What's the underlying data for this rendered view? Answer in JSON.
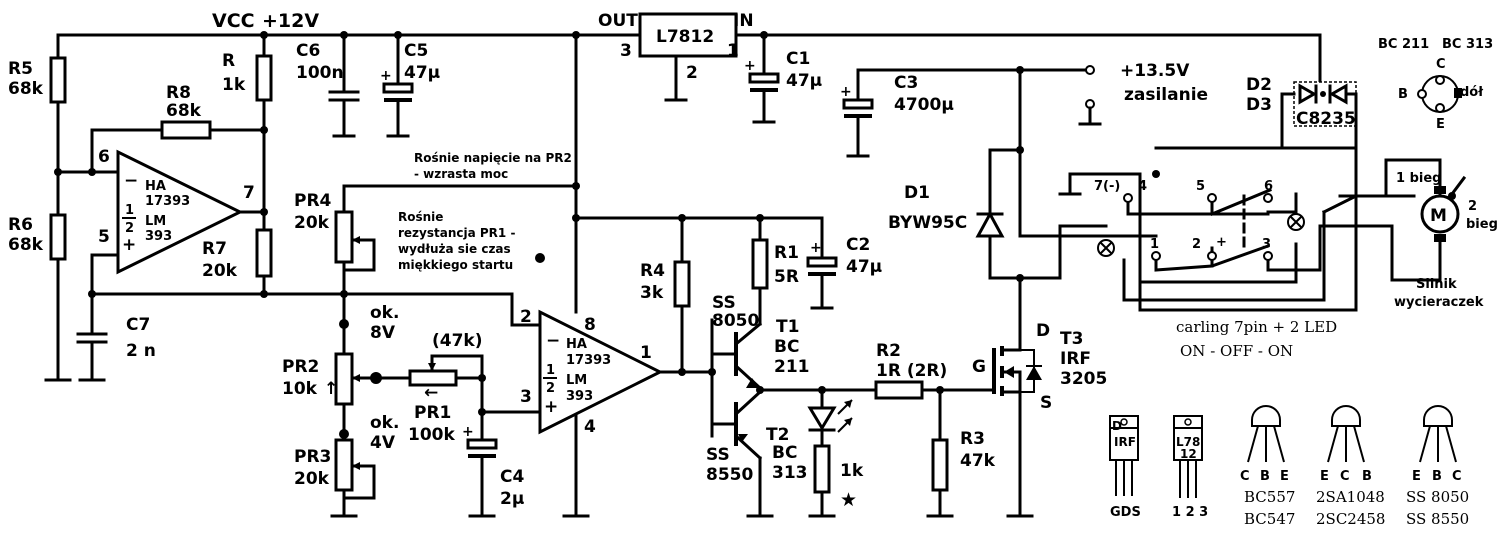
{
  "supply": {
    "vcc": "VCC",
    "v12": "+12V",
    "v135": "+13.5V",
    "zasilanie": "zasilanie"
  },
  "regulator": {
    "name": "L7812",
    "out": "OUT",
    "in": "IN",
    "p1": "1",
    "p2": "2",
    "p3": "3"
  },
  "opamp1": {
    "ha": "HA",
    "num": "17393",
    "half": "1",
    "two": "2",
    "lm": "LM",
    "lmn": "393",
    "minus": "−",
    "plus": "+",
    "pin6": "6",
    "pin5": "5",
    "pin7": "7"
  },
  "opamp2": {
    "ha": "HA",
    "num": "17393",
    "half": "1",
    "two": "2",
    "lm": "LM",
    "lmn": "393",
    "minus": "−",
    "plus": "+",
    "pin2": "2",
    "pin3": "3",
    "pin8": "8",
    "pin4": "4",
    "pin1": "1"
  },
  "components": {
    "r5": [
      "R5",
      "68k"
    ],
    "r6": [
      "R6",
      "68k"
    ],
    "r8": [
      "R8",
      "68k"
    ],
    "r": [
      "R",
      "1k"
    ],
    "r7": [
      "R7",
      "20k"
    ],
    "c6": [
      "C6",
      "100n"
    ],
    "c5": [
      "C5",
      "47µ"
    ],
    "c1": [
      "C1",
      "47µ"
    ],
    "c3": [
      "C3",
      "4700µ"
    ],
    "c7": [
      "C7",
      "2 n"
    ],
    "pr4": [
      "PR4",
      "20k"
    ],
    "pr2": [
      "PR2",
      "10k"
    ],
    "pr3": [
      "PR3",
      "20k"
    ],
    "pr1": [
      "PR1",
      "100k"
    ],
    "pr1val": "(47k)",
    "c4": [
      "C4",
      "2µ"
    ],
    "r4": [
      "R4",
      "3k"
    ],
    "r1": [
      "R1",
      "5R"
    ],
    "c2": [
      "C2",
      "47µ"
    ],
    "r2": [
      "R2",
      "1R (2R)"
    ],
    "r3": [
      "R3",
      "47k"
    ],
    "led_r": "1k",
    "d1": [
      "D1",
      "BYW95C"
    ],
    "d23": [
      "D2",
      "D3"
    ],
    "c8235": "C8235",
    "t1": [
      "SS",
      "8050",
      "T1",
      "BC",
      "211"
    ],
    "t2": [
      "SS",
      "8550",
      "T2",
      "BC",
      "313"
    ],
    "t3": [
      "T3",
      "IRF",
      "3205"
    ],
    "pins_mos": [
      "D",
      "G",
      "S"
    ],
    "ok8": [
      "ok.",
      "8V"
    ],
    "ok4": [
      "ok.",
      "4V"
    ]
  },
  "notes": {
    "pr2": [
      "Rośnie napięcie na PR2",
      "- wzrasta moc"
    ],
    "pr1": [
      "Rośnie",
      "rezystancja PR1 -",
      "wydłuża sie czas",
      "miękkiego startu"
    ]
  },
  "switch": {
    "pins": [
      "7(-)",
      "4",
      "5",
      "6",
      "1",
      "2",
      "+",
      "3"
    ],
    "title": "carling 7pin + 2 LED",
    "mode": "ON - OFF - ON"
  },
  "motor": {
    "bieg1": "1 bieg",
    "bieg2": [
      "2",
      "bieg"
    ],
    "m": "M",
    "silnik": [
      "Silnik",
      "wycieraczek"
    ]
  },
  "pinout": {
    "top": [
      "BC 211",
      "BC 313"
    ],
    "c": "C",
    "b": "B",
    "e": "E",
    "dol": "dół",
    "irf": [
      "D",
      "IRF",
      "GDS"
    ],
    "l78": [
      "L78",
      "12",
      "1 2 3"
    ],
    "bc557": [
      "C",
      "B",
      "E",
      "BC557",
      "BC547"
    ],
    "sa1048": [
      "E",
      "C",
      "B",
      "2SA1048",
      "2SC2458"
    ],
    "ss8050": [
      "E",
      "B",
      "C",
      "SS 8050",
      "SS 8550"
    ]
  }
}
